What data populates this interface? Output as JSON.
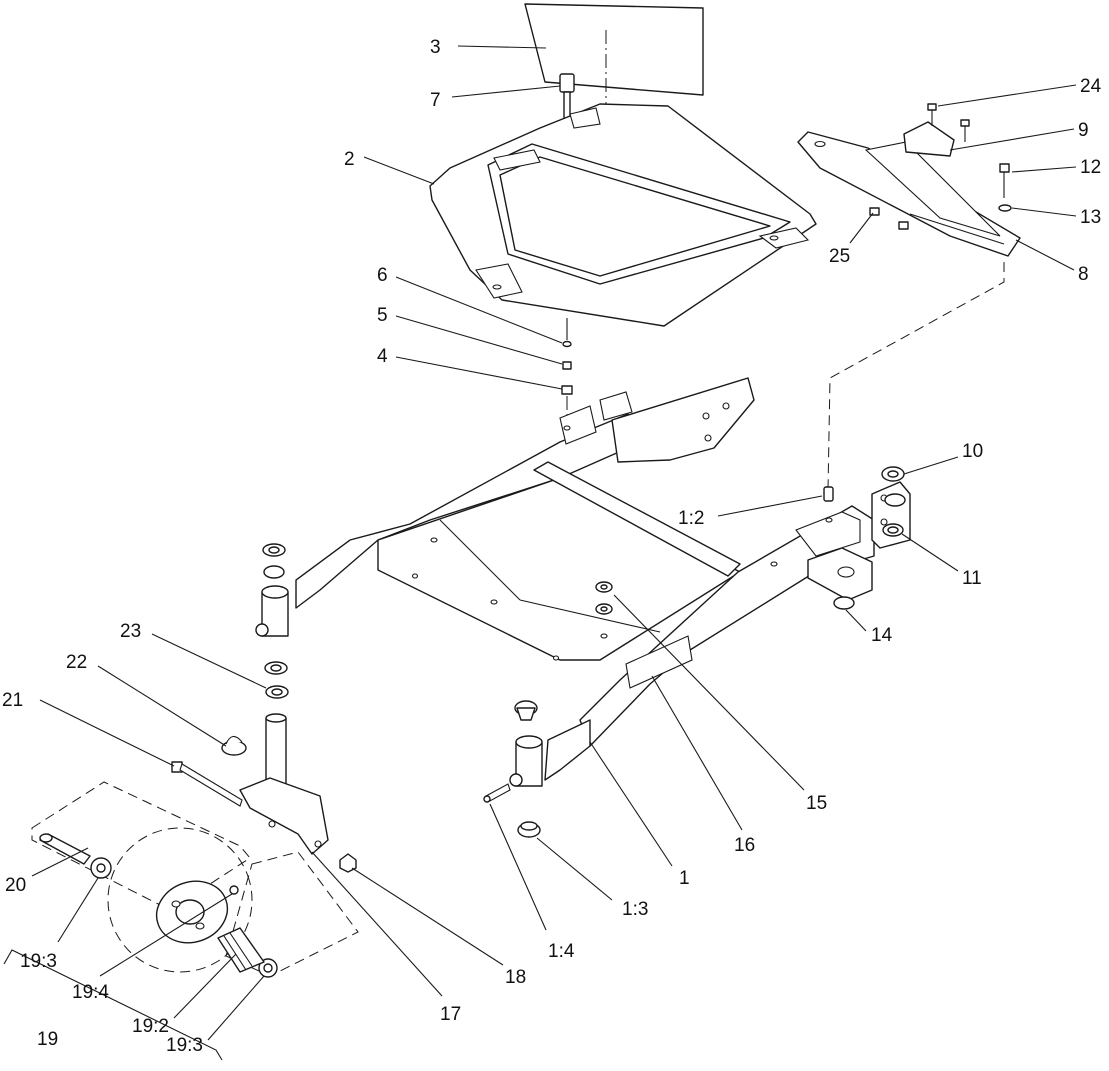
{
  "callouts": {
    "c1": "1",
    "c1_2": "1:2",
    "c1_3": "1:3",
    "c1_4": "1:4",
    "c2": "2",
    "c3": "3",
    "c4": "4",
    "c5": "5",
    "c6": "6",
    "c7": "7",
    "c8": "8",
    "c9": "9",
    "c10": "10",
    "c11": "11",
    "c12": "12",
    "c13": "13",
    "c14": "14",
    "c15": "15",
    "c16": "16",
    "c17": "17",
    "c18": "18",
    "c19": "19",
    "c19_2": "19:2",
    "c19_3a": "19:3",
    "c19_3b": "19:3",
    "c19_4": "19:4",
    "c20": "20",
    "c21": "21",
    "c22": "22",
    "c23": "23",
    "c24": "24",
    "c25": "25"
  }
}
